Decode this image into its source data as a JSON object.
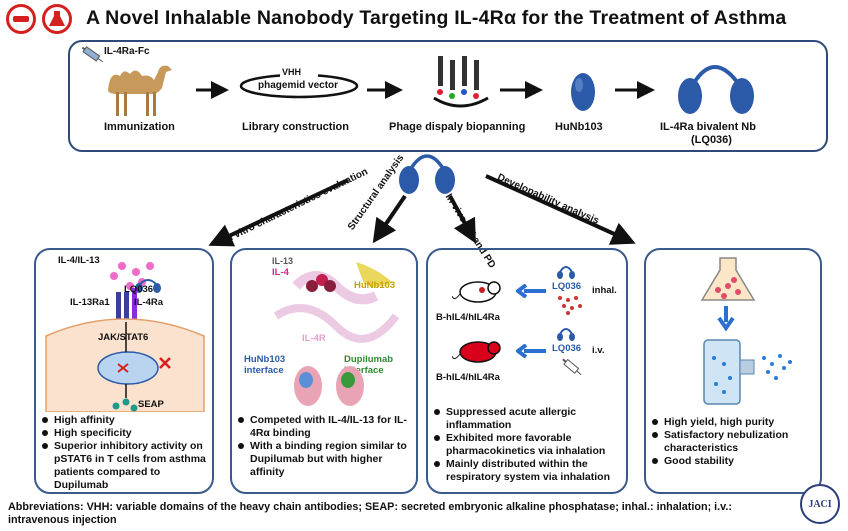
{
  "title": "A Novel Inhalable Nanobody Targeting IL-4Rα for the Treatment of Asthma",
  "top_flow": {
    "antigen_label": "IL-4Ra-Fc",
    "steps": [
      "Immunization",
      "Library construction",
      "Phage dispaly biopanning",
      "HuNb103",
      "IL-4Ra bivalent Nb"
    ],
    "step5_sub": "(LQ036)",
    "vector_top": "VHH",
    "vector_label": "phagemid vector"
  },
  "branches": [
    "In vitro characteristics evaluation",
    "Structural analysis",
    "In vivo PK and PD",
    "Developability analysis"
  ],
  "panel1": {
    "ligand": "IL-4/IL-13",
    "drug": "LQ036",
    "receptor1": "IL-13Ra1",
    "receptor2": "IL-4Ra",
    "pathway": "JAK/STAT6",
    "output": "SEAP",
    "bullets": [
      "High affinity",
      "High specificity",
      "Superior inhibitory activity on pSTAT6 in T cells from asthma patients compared to Dupilumab"
    ]
  },
  "panel2": {
    "il13": "IL-13",
    "il4": "IL-4",
    "nb": "HuNb103",
    "il4r": "IL-4R",
    "interface1": "HuNb103 interface",
    "interface2": "Dupilumab interface",
    "bullets": [
      "Competed with IL-4/IL-13 for IL-4Rα binding",
      "With a binding region similar to Dupilumab but with higher affinity"
    ]
  },
  "panel3": {
    "drug1": "LQ036",
    "route1": "inhal.",
    "mouse1": "B-hIL4/hIL4Ra",
    "drug2": "LQ036",
    "route2": "i.v.",
    "mouse2": "B-hIL4/hIL4Ra",
    "bullets": [
      "Suppressed acute allergic inflammation",
      "Exhibited more favorable pharmacokinetics via inhalation",
      "Mainly distributed within the respiratory system via inhalation"
    ]
  },
  "panel4": {
    "bullets": [
      "High yield, high purity",
      "Satisfactory nebulization characteristics",
      "Good stability"
    ]
  },
  "footer": "Abbreviations: VHH: variable domains of the heavy chain antibodies; SEAP: secreted embryonic alkaline phosphatase; inhal.: inhalation; i.v.: intravenous injection",
  "journal_badge": "JACI",
  "colors": {
    "title_icon": "#d4201f",
    "panel_border": "#3a5a8c",
    "nanobody": "#2b5aa8",
    "il4": "#e0218a",
    "mouse_red": "#d8001a"
  }
}
